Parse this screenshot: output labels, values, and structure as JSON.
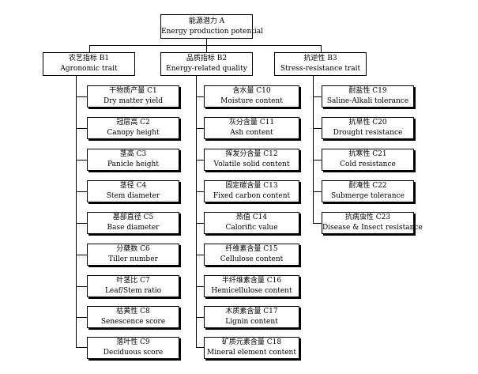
{
  "root": {
    "zh": "能源潜力 A",
    "en": "Energy production potential"
  },
  "branches": [
    {
      "zh": "农艺指标 B1",
      "en": "Agronomic trait"
    },
    {
      "zh": "品质指标 B2",
      "en": "Energy-related quality"
    },
    {
      "zh": "抗逆性 B3",
      "en": "Stress-resistance trait"
    }
  ],
  "leaves": {
    "b1": [
      {
        "zh": "干物质产量 C1",
        "en": "Dry matter yield"
      },
      {
        "zh": "冠层高 C2",
        "en": "Canopy height"
      },
      {
        "zh": "茎高 C3",
        "en": "Panicle height"
      },
      {
        "zh": "茎径 C4",
        "en": "Stem diameter"
      },
      {
        "zh": "基部直径 C5",
        "en": "Base diameter"
      },
      {
        "zh": "分蘖数 C6",
        "en": "Tiller number"
      },
      {
        "zh": "叶茎比 C7",
        "en": "Leaf/Stem ratio"
      },
      {
        "zh": "枯黄性 C8",
        "en": "Senescence score"
      },
      {
        "zh": "落叶性 C9",
        "en": "Deciduous score"
      }
    ],
    "b2": [
      {
        "zh": "含水量 C10",
        "en": "Moisture content"
      },
      {
        "zh": "灰分含量 C11",
        "en": "Ash content"
      },
      {
        "zh": "挥发分含量 C12",
        "en": "Volatile solid content"
      },
      {
        "zh": "固定碳含量 C13",
        "en": "Fixed carbon content"
      },
      {
        "zh": "热值 C14",
        "en": "Calorific value"
      },
      {
        "zh": "纤维素含量 C15",
        "en": "Cellulose content"
      },
      {
        "zh": "半纤维素含量 C16",
        "en": "Hemicellulose content"
      },
      {
        "zh": "木质素含量 C17",
        "en": "Lignin content"
      },
      {
        "zh": "矿质元素含量 C18",
        "en": "Mineral element content"
      }
    ],
    "b3": [
      {
        "zh": "耐盐性 C19",
        "en": "Saline-Alkali tolerance"
      },
      {
        "zh": "抗旱性 C20",
        "en": "Drought resistance"
      },
      {
        "zh": "抗寒性 C21",
        "en": "Cold resistance"
      },
      {
        "zh": "耐淹性 C22",
        "en": "Submerge tolerance"
      },
      {
        "zh": "抗病虫性 C23",
        "en": "Disease & Insect resistance"
      }
    ]
  }
}
